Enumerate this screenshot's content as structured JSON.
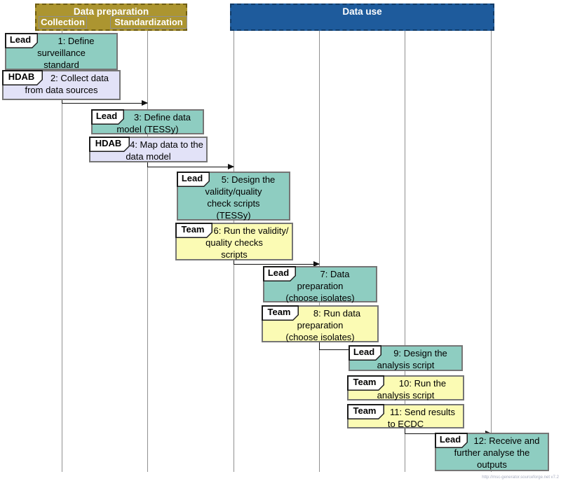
{
  "colors": {
    "teal": "#8ecdc1",
    "yellow": "#fbfbb4",
    "lavender": "#e2e2f7",
    "olive": "#ac9530",
    "olive_border": "#6f5d10",
    "blue": "#1e5b9c",
    "blue_border": "#123c68",
    "box_border": "#757575",
    "lifeline": "#909090",
    "arrow": "#111111"
  },
  "headers": {
    "prep": {
      "title": "Data preparation",
      "sub": [
        {
          "label": "Collection"
        },
        {
          "label": "Standardization"
        }
      ]
    },
    "use": {
      "title": "Data use"
    }
  },
  "tasks": [
    {
      "tag": "Lead",
      "role": "lead",
      "text": "1: Define\nsurveillance\nstandard"
    },
    {
      "tag": "HDAB",
      "role": "hdab",
      "text": "2: Collect data\nfrom data sources"
    },
    {
      "tag": "Lead",
      "role": "lead",
      "text": "3: Define data\nmodel (TESSy)"
    },
    {
      "tag": "HDAB",
      "role": "hdab",
      "text": "4: Map data to the\ndata model"
    },
    {
      "tag": "Lead",
      "role": "lead",
      "text": "5: Design the\nvalidity/quality\ncheck scripts\n(TESSy)"
    },
    {
      "tag": "Team",
      "role": "team",
      "text": "6: Run the validity/\nquality checks\nscripts"
    },
    {
      "tag": "Lead",
      "role": "lead",
      "text": "7: Data\npreparation\n(choose isolates)"
    },
    {
      "tag": "Team",
      "role": "team",
      "text": "8: Run data\npreparation\n(choose isolates)"
    },
    {
      "tag": "Lead",
      "role": "lead",
      "text": "9: Design the\nanalysis script"
    },
    {
      "tag": "Team",
      "role": "team",
      "text": "10: Run the\nanalysis script"
    },
    {
      "tag": "Team",
      "role": "team",
      "text": "11: Send results\nto ECDC"
    },
    {
      "tag": "Lead",
      "role": "lead",
      "text": "12: Receive and\nfurther analyse the\noutputs"
    }
  ],
  "watermark": "http://msc-generator.sourceforge.net v7.2"
}
